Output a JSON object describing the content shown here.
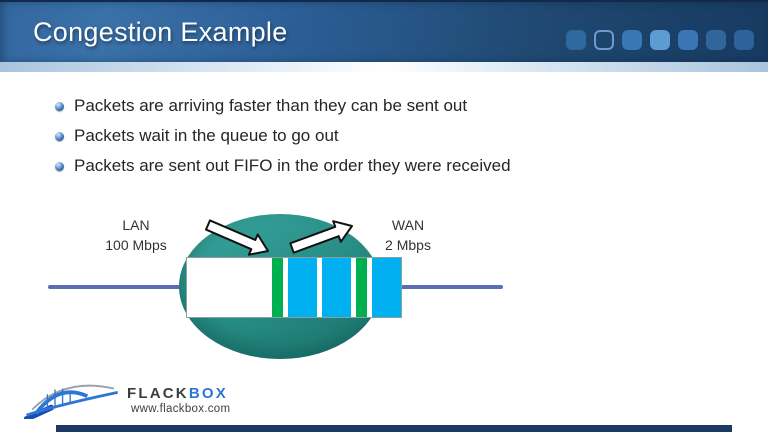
{
  "slide_title": "Congestion Example",
  "header": {
    "squares": [
      {
        "style": "filled",
        "color": "#2d689f"
      },
      {
        "style": "outline",
        "color": "#6b9bd0"
      },
      {
        "style": "filled",
        "color": "#3a76b4"
      },
      {
        "style": "filled",
        "color": "#5d9bd3"
      },
      {
        "style": "filled",
        "color": "#3a76b4"
      },
      {
        "style": "filled",
        "color": "#30669c"
      },
      {
        "style": "filled",
        "color": "#2d639a"
      }
    ]
  },
  "bullets": [
    "Packets are arriving faster than they can be sent out",
    "Packets wait in the queue to go out",
    "Packets are sent out FIFO in the order they were received"
  ],
  "diagram": {
    "lan_label": "LAN",
    "lan_speed": "100 Mbps",
    "wan_label": "WAN",
    "wan_speed": "2 Mbps",
    "router_icon": "cisco-router-arrows",
    "queue_cells": [
      {
        "type": "green",
        "width": 11
      },
      {
        "type": "cyan",
        "width": 29
      },
      {
        "type": "cyan",
        "width": 29
      },
      {
        "type": "green",
        "width": 11
      },
      {
        "type": "cyan",
        "width": 31
      }
    ],
    "colors": {
      "green": "#00b050",
      "cyan": "#00b0f0",
      "link_line": "#5b6eb5",
      "router_teal": "#2a9189"
    }
  },
  "footer": {
    "brand_part1": "FLACK",
    "brand_part2": "BOX",
    "website": "www.flackbox.com"
  }
}
